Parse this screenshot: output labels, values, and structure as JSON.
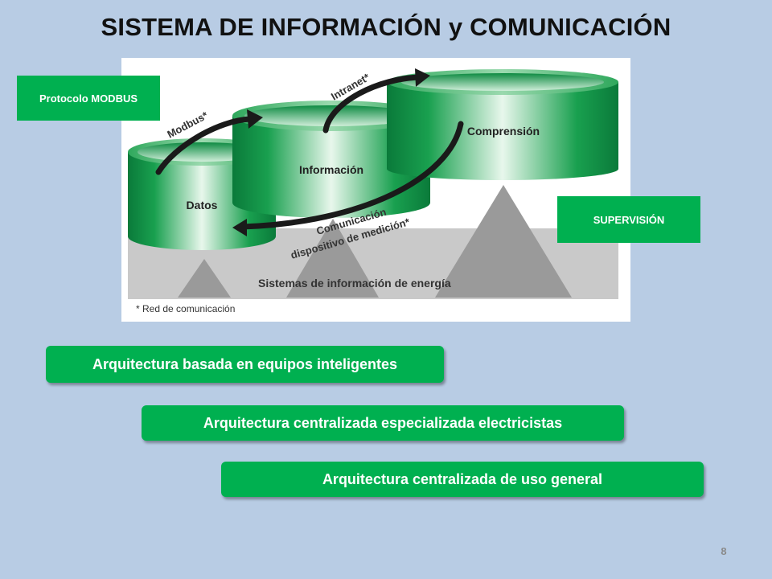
{
  "slide": {
    "title": "SISTEMA DE INFORMACIÓN y COMUNICACIÓN",
    "page_number": "8"
  },
  "labels": {
    "protocolo": "Protocolo  MODBUS",
    "supervision": "SUPERVISIÓN"
  },
  "diagram": {
    "cylinders": {
      "datos": "Datos",
      "informacion": "Información",
      "comprension": "Comprensión"
    },
    "arrows": {
      "modbus": "Modbus*",
      "intranet": "Intranet*",
      "comunicacion_line1": "Comunicación",
      "comunicacion_line2": "dispositivo de medición*"
    },
    "base_label": "Sistemas de información de energía",
    "footnote": "* Red de comunicación"
  },
  "architectures": [
    {
      "label": "Arquitectura basada en equipos inteligentes"
    },
    {
      "label": "Arquitectura centralizada especializada electricistas"
    },
    {
      "label": "Arquitectura centralizada de uso general"
    }
  ],
  "colors": {
    "background": "#b8cce4",
    "accent_green": "#00b050"
  }
}
